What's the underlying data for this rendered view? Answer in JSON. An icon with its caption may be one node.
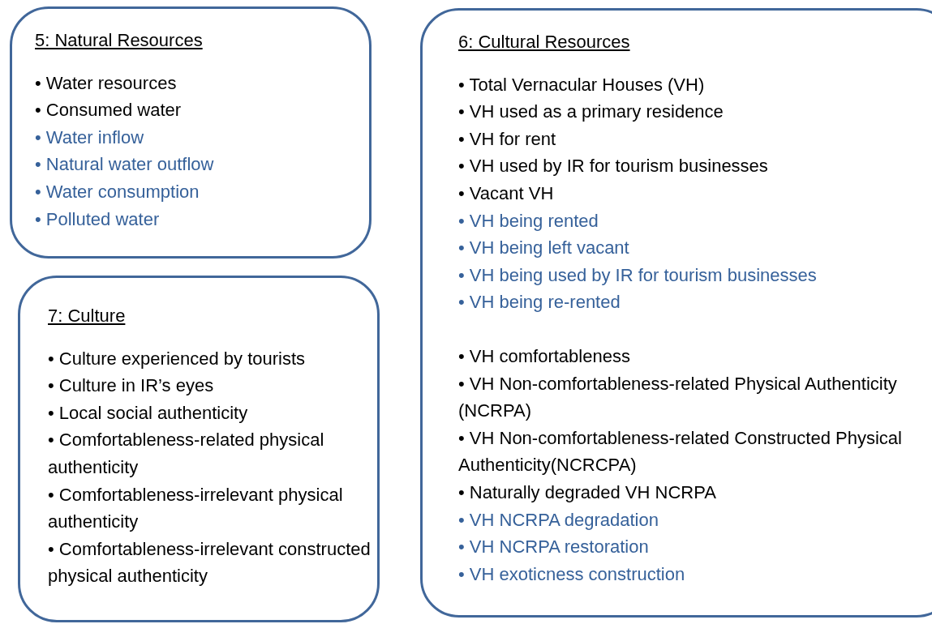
{
  "diagram": {
    "nodes": [
      {
        "text": [
          "5: Natural Resources",
          "• Water resources",
          "• Consumed water",
          "• Water inflow",
          "• Natural water outflow",
          "• Water consumption",
          "• Polluted water"
        ]
      },
      {
        "text": [
          "6: Cultural Resources",
          "• Total Vernacular Houses (VH)",
          "• VH used as a primary residence",
          "• VH for rent",
          "• VH used by IR for tourism businesses",
          "• Vacant VH",
          "• VH being rented",
          "• VH being left vacant",
          "• VH being used by IR for tourism businesses",
          "• VH being re-rented",
          "• VH comfortableness",
          "• VH Non-comfortableness-related Physical Authenticity (NCRPA)",
          "• VH Non-comfortableness-related Constructed Physical Authenticity(NCRCPA)",
          "• Naturally degraded VH NCRPA",
          "• VH NCRPA degradation",
          "• VH NCRPA restoration",
          "• VH exoticness construction"
        ]
      },
      {
        "text": [
          "7: Culture",
          "• Culture experienced by tourists",
          "• Culture in IR’s eyes",
          "• Local social authenticity",
          "• Comfortableness-related physical authenticity",
          "• Comfortableness-irrelevant physical authenticity",
          "• Comfortableness-irrelevant constructed physical authenticity"
        ]
      }
    ]
  }
}
